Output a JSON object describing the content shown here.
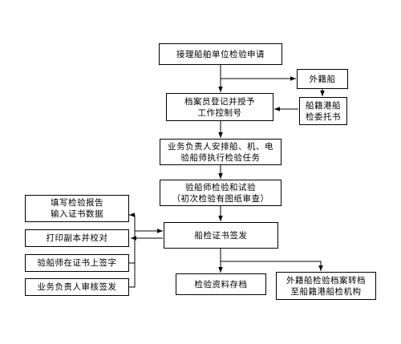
{
  "flowchart": {
    "nodes": {
      "accept": "接理船舶单位检验申请",
      "foreign_ship": "外籍船",
      "register": "档案员登记并授予\n工作控制号",
      "port_commission": "船籍港船\n检委托书",
      "assign": "业务负责人安排船、机、电\n验船师执行检验任务",
      "inspect": "验船师检验和试验\n（初次检验有图纸审查）",
      "fill_report": "填写检验报告\n输入证书数据",
      "certificate": "船检证书签发",
      "print_copy": "打印副本并校对",
      "surveyor_sign": "验船师在证书上签字",
      "manager_review": "业务负责人审核签发",
      "archive": "检验资料存档",
      "transfer": "外籍船检验档案转档\n至船籍港船检机构"
    }
  }
}
